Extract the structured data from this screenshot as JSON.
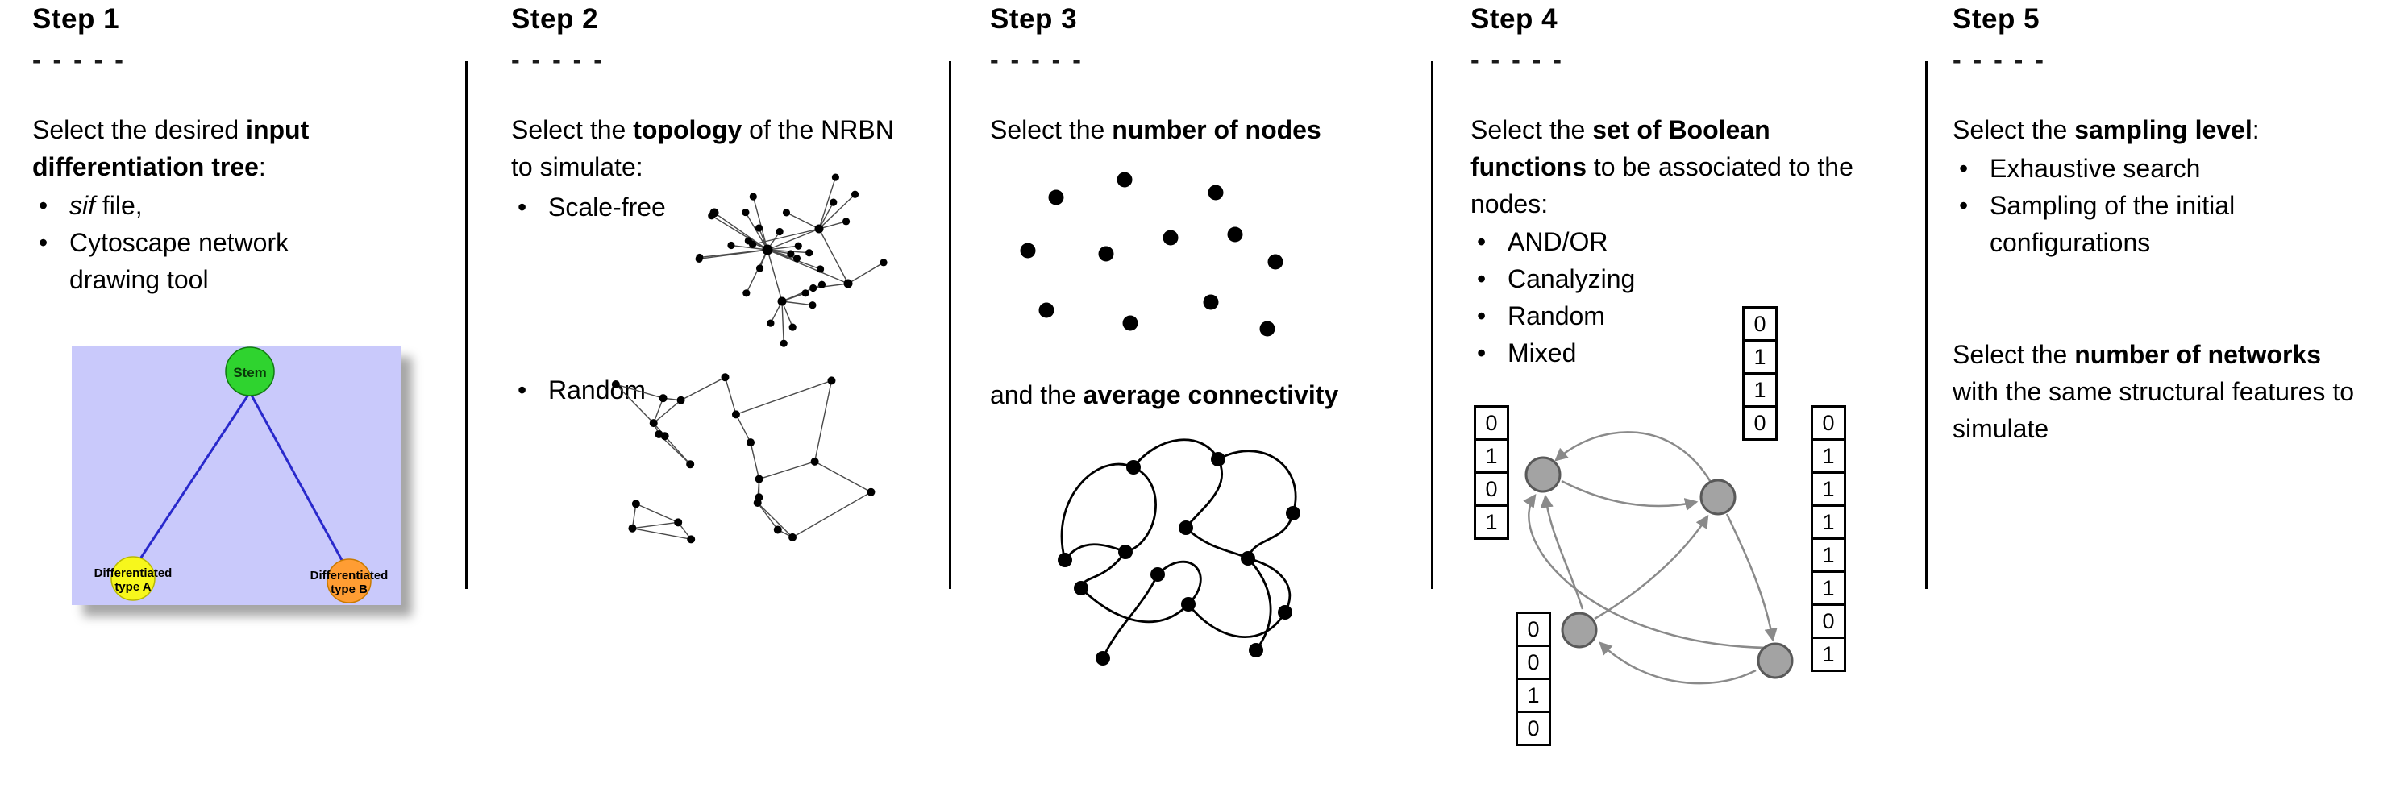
{
  "figure": {
    "background": "#ffffff",
    "divider_color": "#000000",
    "boolean_node_color": "#a3a3a3",
    "arrow_color": "#8a8a8a"
  },
  "steps": [
    {
      "header": "Step 1",
      "dashes": "- - - - -",
      "intro": {
        "pre": "Select the desired ",
        "bold": "input differentiation tree",
        "post": ":"
      },
      "bullets": [
        {
          "italic": "sif",
          "text": " file,"
        },
        {
          "text": "Cytoscape network drawing tool"
        }
      ],
      "illustrations": [
        "differentiation-tree"
      ],
      "tree": {
        "stem_label": "Stem",
        "type_a_line1": "Differentiated",
        "type_a_line2": "type A",
        "type_b_line1": "Differentiated",
        "type_b_line2": "type B",
        "panel_color": "#c9c9fb",
        "edge_color": "#2929cc",
        "stem_color": "#2fd32f",
        "type_a_color": "#f7f71c",
        "type_b_color": "#ff9d33"
      }
    },
    {
      "header": "Step 2",
      "dashes": "- - - - -",
      "intro": {
        "pre": "Select the ",
        "bold": "topology",
        "post": " of the NRBN to simulate:"
      },
      "bullets": [
        {
          "text": "Scale-free"
        },
        {
          "text": "Random"
        }
      ],
      "illustrations": [
        "scale-free-network",
        "random-network"
      ]
    },
    {
      "header": "Step 3",
      "dashes": "- - - - -",
      "intro": {
        "pre": "Select the ",
        "bold": "number of nodes",
        "post": ""
      },
      "intro2": {
        "pre": "and the ",
        "bold": "average connectivity",
        "post": ""
      },
      "illustrations": [
        "scattered-nodes",
        "connected-network"
      ]
    },
    {
      "header": "Step 4",
      "dashes": "- - - - -",
      "intro": {
        "pre": "Select the ",
        "bold": "set of Boolean functions",
        "post": " to be associated to the nodes:"
      },
      "bullets": [
        {
          "text": "AND/OR"
        },
        {
          "text": "Canalyzing"
        },
        {
          "text": "Random"
        },
        {
          "text": "Mixed"
        }
      ],
      "illustrations": [
        "boolean-network-with-truth-tables"
      ],
      "truth_tables": {
        "left": [
          "0",
          "1",
          "0",
          "1"
        ],
        "top": [
          "0",
          "1",
          "1",
          "0"
        ],
        "right": [
          "0",
          "1",
          "1",
          "1",
          "1",
          "1",
          "0",
          "1"
        ],
        "bottom": [
          "0",
          "0",
          "1",
          "0"
        ]
      }
    },
    {
      "header": "Step 5",
      "dashes": "- - - - -",
      "intro": {
        "pre": "Select the ",
        "bold": "sampling level",
        "post": ":"
      },
      "bullets": [
        {
          "text": "Exhaustive search"
        },
        {
          "text": "Sampling of the initial configurations"
        }
      ],
      "intro2": {
        "pre": "Select the ",
        "bold": "number of networks",
        "post": " with the same structural features to simulate"
      }
    }
  ]
}
